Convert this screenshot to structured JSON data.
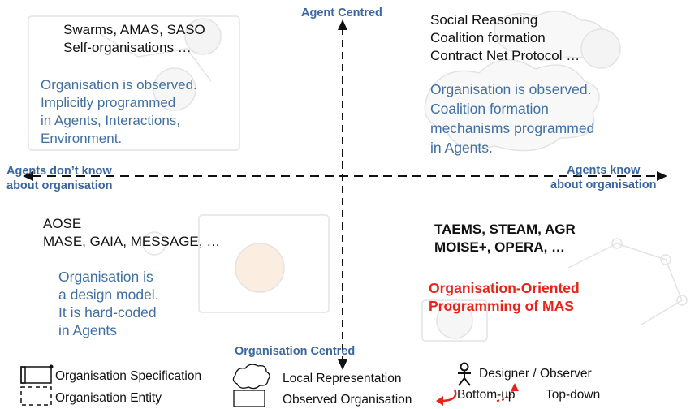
{
  "axes": {
    "top_label": "Agent Centred",
    "bottom_label": "Organisation Centred",
    "left_label_lines": [
      "Agents don’t know",
      "about organisation"
    ],
    "right_label_lines": [
      "Agents know",
      "about organisation"
    ]
  },
  "quadrants": {
    "top_left": {
      "examples": [
        "Swarms, AMAS, SASO",
        "Self-organisations …"
      ],
      "description": [
        "Organisation is observed.",
        "Implicitly programmed",
        "in Agents, Interactions,",
        "Environment."
      ]
    },
    "top_right": {
      "examples": [
        "Social Reasoning",
        "Coalition formation",
        "Contract Net Protocol …"
      ],
      "description": [
        "Organisation is observed.",
        "Coalition formation",
        "mechanisms programmed",
        "in Agents."
      ]
    },
    "bottom_left": {
      "examples": [
        "AOSE",
        "MASE, GAIA, MESSAGE, …"
      ],
      "description": [
        "Organisation is",
        "a design model.",
        "It is hard-coded",
        "in Agents"
      ]
    },
    "bottom_right": {
      "examples": [
        "TAEMS, STEAM, AGR",
        "MOISE+, OPERA, …"
      ],
      "highlight": [
        "Organisation-Oriented",
        "Programming of MAS"
      ]
    }
  },
  "legend": {
    "org_spec": "Organisation Specification",
    "org_entity": "Organisation Entity",
    "local_rep": "Local Representation",
    "observed_org": "Observed Organisation",
    "designer": "Designer / Observer",
    "bottom_up": "Bottom-up",
    "top_down": "Top-down"
  },
  "colors": {
    "blue_text": "#3f6fa3",
    "axis_label": "#3b67a0",
    "highlight_red": "#e8231a",
    "arrow_red": "#e8231a",
    "faint_graphics": "#e6e6e6"
  }
}
